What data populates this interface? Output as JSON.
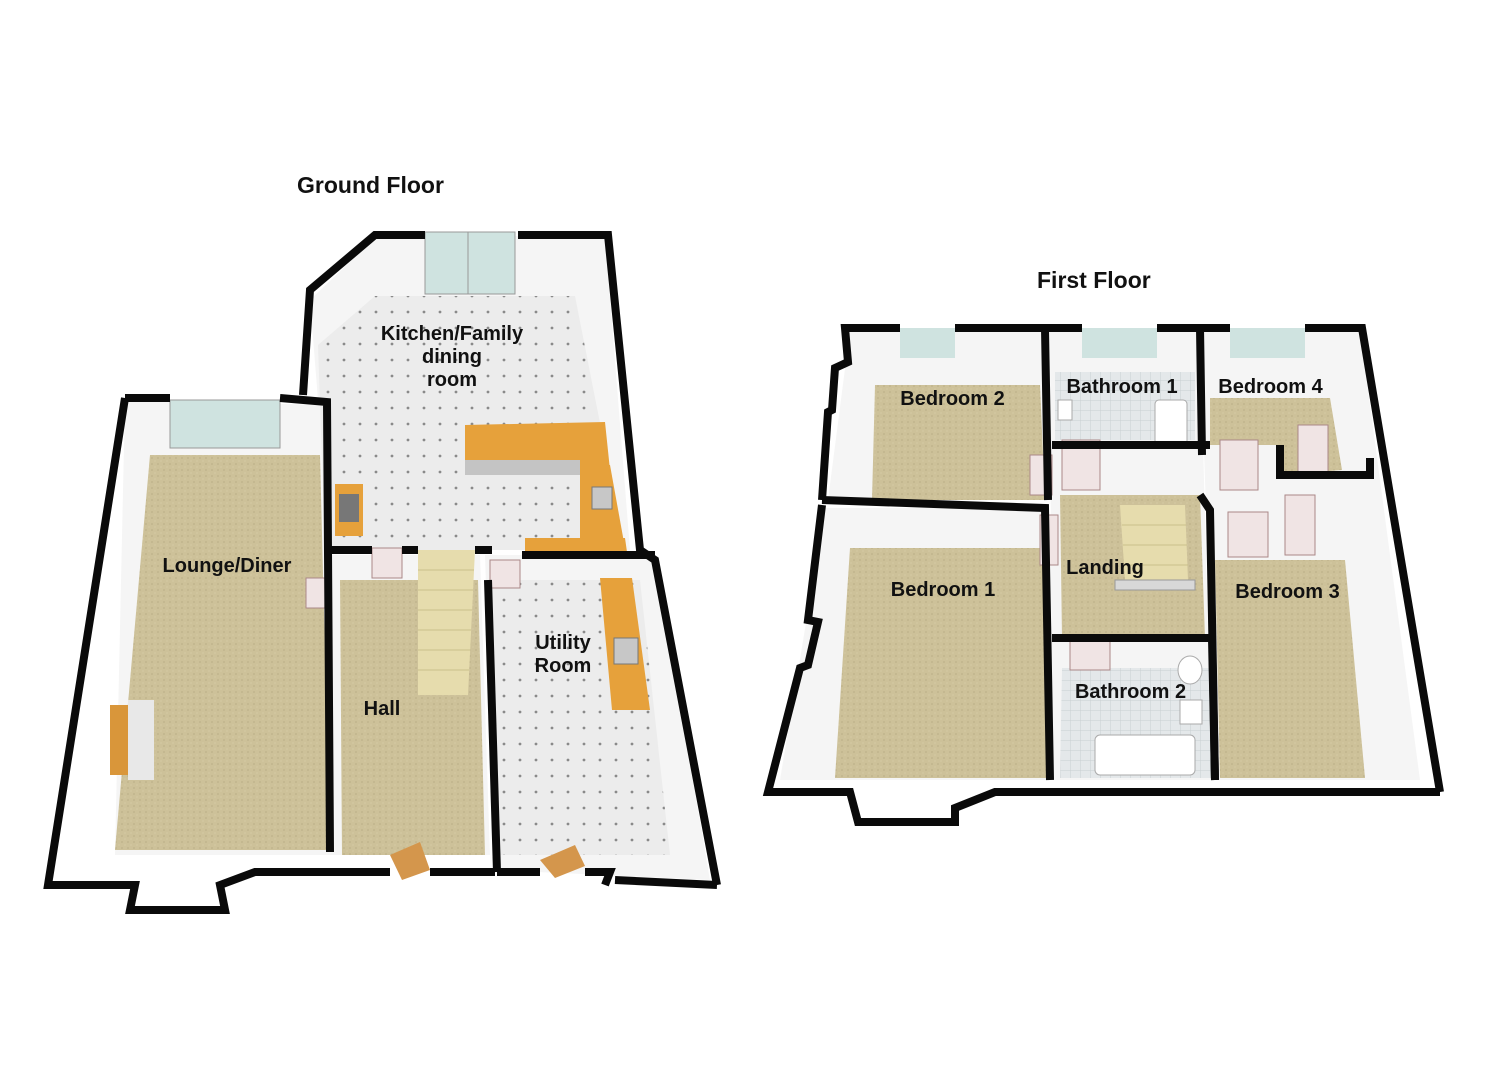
{
  "floors": {
    "ground": {
      "title": "Ground Floor",
      "rooms": {
        "kitchen": "Kitchen/Family\ndining\nroom",
        "lounge": "Lounge/Diner",
        "hall": "Hall",
        "utility": "Utility\nRoom"
      }
    },
    "first": {
      "title": "First Floor",
      "rooms": {
        "bedroom1": "Bedroom 1",
        "bedroom2": "Bedroom 2",
        "bedroom3": "Bedroom 3",
        "bedroom4": "Bedroom 4",
        "bathroom1": "Bathroom 1",
        "bathroom2": "Bathroom 2",
        "landing": "Landing"
      }
    }
  },
  "colors": {
    "wall": "#0a0a0a",
    "carpet": "#cbbf98",
    "tile": "#ebebeb",
    "wall_face": "#f6f6f6",
    "worktop": "#e8a23c",
    "stairs": "#e6dcae",
    "window": "#cfe5e2"
  }
}
